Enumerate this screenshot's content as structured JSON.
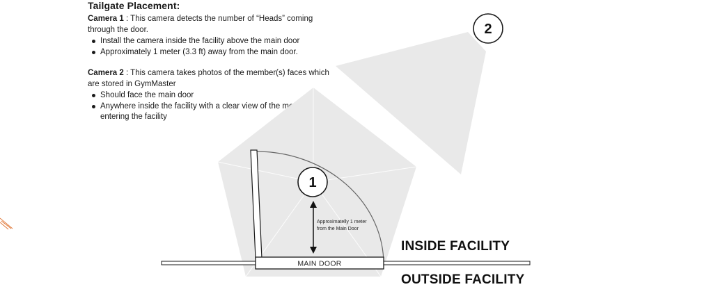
{
  "title": "Tailgate Placement:",
  "camera1": {
    "label": "Camera 1",
    "description": " : This camera detects the number of “Heads” coming through the door.",
    "bullets": [
      "Install the camera inside the facility above the main door",
      "Approximately 1 meter (3.3 ft) away from the main door."
    ]
  },
  "camera2": {
    "label": "Camera 2",
    "description": " : This camera takes photos of the member(s) faces which are stored in GymMaster",
    "bullets": [
      "Should face the main door",
      "Anywhere inside the facility with a clear view of the member(s) entering the facility"
    ]
  },
  "diagram": {
    "marker_1": "1",
    "marker_2": "2",
    "distance_note_line1": "Approximatelly 1 meter",
    "distance_note_line2": "from the Main Door",
    "door_label": "MAIN DOOR",
    "inside_label": "INSIDE FACILITY",
    "outside_label": "OUTSIDE FACILITY"
  },
  "colors": {
    "field_of_view": "#e9e9e9",
    "outline": "#1a1a1a",
    "accent_mark": "#e07a3c"
  }
}
